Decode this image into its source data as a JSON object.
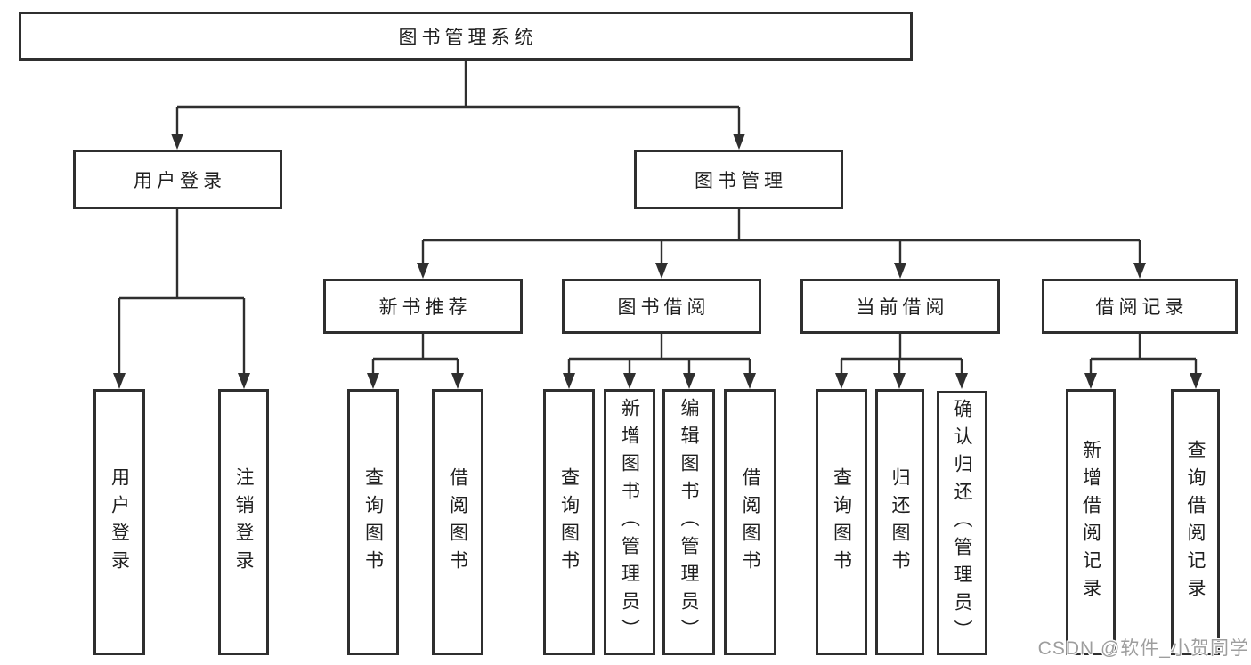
{
  "diagram": {
    "root": {
      "label": "图书管理系统",
      "children": [
        {
          "label": "用户登录",
          "children": [
            {
              "label": "用户登录"
            },
            {
              "label": "注销登录"
            }
          ]
        },
        {
          "label": "图书管理",
          "children": [
            {
              "label": "新书推荐",
              "children": [
                {
                  "label": "查询图书"
                },
                {
                  "label": "借阅图书"
                }
              ]
            },
            {
              "label": "图书借阅",
              "children": [
                {
                  "label": "查询图书"
                },
                {
                  "label": "新增图书（管理员）"
                },
                {
                  "label": "编辑图书（管理员）"
                },
                {
                  "label": "借阅图书"
                }
              ]
            },
            {
              "label": "当前借阅",
              "children": [
                {
                  "label": "查询图书"
                },
                {
                  "label": "归还图书"
                },
                {
                  "label": "确认归还（管理员）"
                }
              ]
            },
            {
              "label": "借阅记录",
              "children": [
                {
                  "label": "新增借阅记录"
                },
                {
                  "label": "查询借阅记录"
                }
              ]
            }
          ]
        }
      ]
    }
  },
  "watermark": {
    "text": "CSDN @软件_小贺同学"
  },
  "colors": {
    "line": "#2f2f2f",
    "text": "#1f1f1f",
    "background": "#ffffff",
    "watermark": "#9e9e9e"
  }
}
